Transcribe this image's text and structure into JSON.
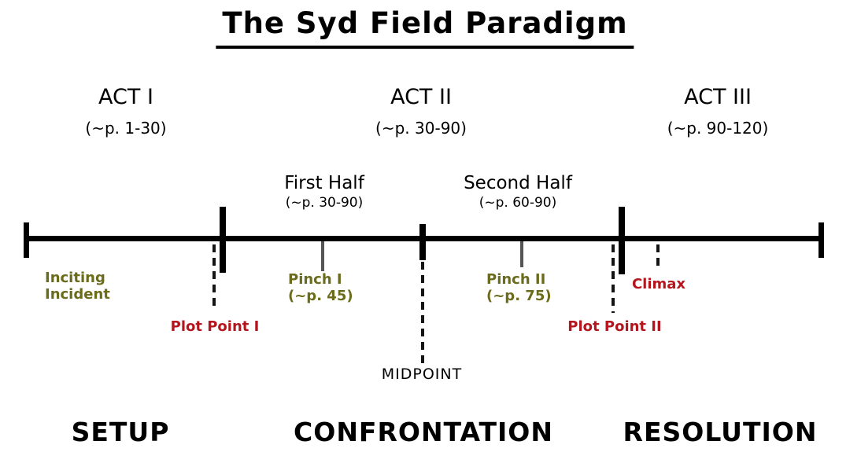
{
  "title": "The Syd Field Paradigm",
  "acts": [
    {
      "name": "ACT I",
      "pages": "(~p. 1-30)"
    },
    {
      "name": "ACT II",
      "pages": "(~p. 30-90)"
    },
    {
      "name": "ACT III",
      "pages": "(~p. 90-120)"
    }
  ],
  "halves": [
    {
      "name": "First Half",
      "pages": "(~p. 30-90)"
    },
    {
      "name": "Second Half",
      "pages": "(~p. 60-90)"
    }
  ],
  "markers": {
    "inciting_incident_line1": "Inciting",
    "inciting_incident_line2": "Incident",
    "plot_point_1": "Plot Point I",
    "pinch_1_line1": "Pinch I",
    "pinch_1_line2": "(~p. 45)",
    "midpoint": "MIDPOINT",
    "pinch_2_line1": "Pinch II",
    "pinch_2_line2": "(~p. 75)",
    "plot_point_2": "Plot Point II",
    "climax": "Climax"
  },
  "phases": [
    "SETUP",
    "CONFRONTATION",
    "RESOLUTION"
  ],
  "colors": {
    "timeline_black": "#000000",
    "marker_olive": "#6b6b1c",
    "marker_red": "#b5161d",
    "tick_gray": "#555555"
  }
}
